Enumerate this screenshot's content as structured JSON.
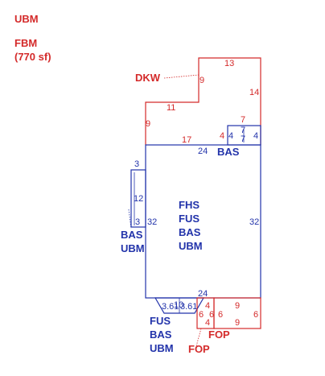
{
  "header": {
    "line1": "UBM",
    "line2": "FBM",
    "line3": "(770 sf)"
  },
  "labels": {
    "dkw": "DKW",
    "bas_top": "BAS",
    "center": [
      "FHS",
      "FUS",
      "BAS",
      "UBM"
    ],
    "left": [
      "BAS",
      "UBM"
    ],
    "bottom_left": [
      "FUS",
      "BAS",
      "UBM"
    ],
    "fop1": "FOP",
    "fop2": "FOP"
  },
  "dimensions": {
    "d13": "13",
    "d9a": "9",
    "d14": "14",
    "d11": "11",
    "d9b": "9",
    "d7a": "7",
    "d4a": "4",
    "d17": "17",
    "d4b": "4",
    "d7b": "7",
    "d7c": "7",
    "d4c": "4",
    "d24top": "24",
    "d3a": "3",
    "d12": "12",
    "d3b": "3",
    "d32left": "32",
    "d32right": "32",
    "d24bot": "24",
    "d361a": "3.61",
    "d10": "10",
    "d361b": "3.61",
    "d4d": "4",
    "d6a": "6",
    "d6b": "6",
    "d6c": "6",
    "d4e": "4",
    "d9c": "9",
    "d9d": "9",
    "d6d": "6"
  },
  "colors": {
    "red": "#d42a2a",
    "blue": "#2233aa"
  }
}
